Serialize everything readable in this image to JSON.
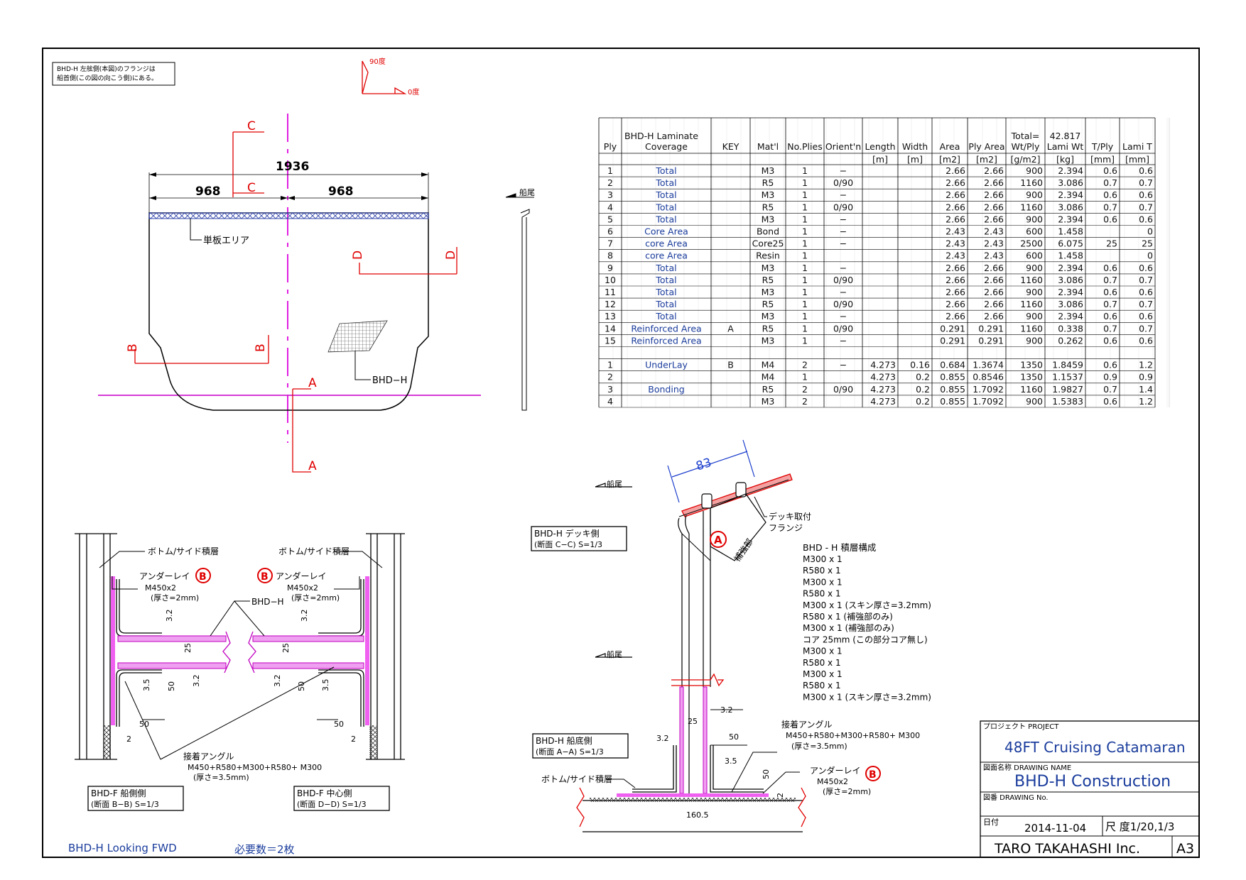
{
  "notes": {
    "flange_note_line1": "BHD-H 左舷側(本図)のフランジは",
    "flange_note_line2": "船首側(この図の向こう側)にある。",
    "angle_90": "90度",
    "angle_0": "0度"
  },
  "front_view": {
    "overall_width": "1936",
    "half_left": "968",
    "half_right": "968",
    "single_area": "単板エリア",
    "panel_label": "BHD−H",
    "looking": "BHD-H  Looking FWD",
    "required": "必要数＝2枚",
    "section_c": "C",
    "section_d": "D",
    "section_b": "B",
    "section_a": "A",
    "stern_left": "船尾",
    "stern_mid": "船尾",
    "stern_mid2": "船尾"
  },
  "table": {
    "headers": [
      "Ply",
      "BHD-H Laminate\nCoverage",
      "KEY",
      "Mat'l",
      "No.Plies",
      "Orient'n",
      "Length",
      "Width",
      "Area",
      "Ply Area",
      "Total=\nWt/Ply",
      "42.817\nLami Wt",
      "T/Ply",
      "Lami T"
    ],
    "units": [
      "",
      "",
      "",
      "",
      "",
      "",
      "[m]",
      "[m]",
      "[m2]",
      "[m2]",
      "[g/m2]",
      "[kg]",
      "[mm]",
      "[mm]"
    ],
    "rows": [
      [
        "1",
        "Total",
        "",
        "M3",
        "1",
        "−",
        "",
        "",
        "2.66",
        "2.66",
        "900",
        "2.394",
        "0.6",
        "0.6"
      ],
      [
        "2",
        "Total",
        "",
        "R5",
        "1",
        "0/90",
        "",
        "",
        "2.66",
        "2.66",
        "1160",
        "3.086",
        "0.7",
        "0.7"
      ],
      [
        "3",
        "Total",
        "",
        "M3",
        "1",
        "−",
        "",
        "",
        "2.66",
        "2.66",
        "900",
        "2.394",
        "0.6",
        "0.6"
      ],
      [
        "4",
        "Total",
        "",
        "R5",
        "1",
        "0/90",
        "",
        "",
        "2.66",
        "2.66",
        "1160",
        "3.086",
        "0.7",
        "0.7"
      ],
      [
        "5",
        "Total",
        "",
        "M3",
        "1",
        "−",
        "",
        "",
        "2.66",
        "2.66",
        "900",
        "2.394",
        "0.6",
        "0.6"
      ],
      [
        "6",
        "Core Area",
        "",
        "Bond",
        "1",
        "−",
        "",
        "",
        "2.43",
        "2.43",
        "600",
        "1.458",
        "",
        "0"
      ],
      [
        "7",
        "core Area",
        "",
        "Core25",
        "1",
        "−",
        "",
        "",
        "2.43",
        "2.43",
        "2500",
        "6.075",
        "25",
        "25"
      ],
      [
        "8",
        "core Area",
        "",
        "Resin",
        "1",
        "",
        "",
        "",
        "2.43",
        "2.43",
        "600",
        "1.458",
        "",
        "0"
      ],
      [
        "9",
        "Total",
        "",
        "M3",
        "1",
        "−",
        "",
        "",
        "2.66",
        "2.66",
        "900",
        "2.394",
        "0.6",
        "0.6"
      ],
      [
        "10",
        "Total",
        "",
        "R5",
        "1",
        "0/90",
        "",
        "",
        "2.66",
        "2.66",
        "1160",
        "3.086",
        "0.7",
        "0.7"
      ],
      [
        "11",
        "Total",
        "",
        "M3",
        "1",
        "−",
        "",
        "",
        "2.66",
        "2.66",
        "900",
        "2.394",
        "0.6",
        "0.6"
      ],
      [
        "12",
        "Total",
        "",
        "R5",
        "1",
        "0/90",
        "",
        "",
        "2.66",
        "2.66",
        "1160",
        "3.086",
        "0.7",
        "0.7"
      ],
      [
        "13",
        "Total",
        "",
        "M3",
        "1",
        "−",
        "",
        "",
        "2.66",
        "2.66",
        "900",
        "2.394",
        "0.6",
        "0.6"
      ],
      [
        "14",
        "Reinforced Area",
        "A",
        "R5",
        "1",
        "0/90",
        "",
        "",
        "0.291",
        "0.291",
        "1160",
        "0.338",
        "0.7",
        "0.7"
      ],
      [
        "15",
        "Reinforced Area",
        "",
        "M3",
        "1",
        "−",
        "",
        "",
        "0.291",
        "0.291",
        "900",
        "0.262",
        "0.6",
        "0.6"
      ],
      [
        "",
        "",
        "",
        "",
        "",
        "",
        "",
        "",
        "",
        "",
        "",
        "",
        "",
        ""
      ],
      [
        "1",
        "UnderLay",
        "B",
        "M4",
        "2",
        "−",
        "4.273",
        "0.16",
        "0.684",
        "1.3674",
        "1350",
        "1.8459",
        "0.6",
        "1.2"
      ],
      [
        "2",
        "",
        "",
        "M4",
        "1",
        "",
        "4.273",
        "0.2",
        "0.855",
        "0.8546",
        "1350",
        "1.1537",
        "0.9",
        "0.9"
      ],
      [
        "3",
        "Bonding",
        "",
        "R5",
        "2",
        "0/90",
        "4.273",
        "0.2",
        "0.855",
        "1.7092",
        "1160",
        "1.9827",
        "0.7",
        "1.4"
      ],
      [
        "4",
        "",
        "",
        "M3",
        "2",
        "",
        "4.273",
        "0.2",
        "0.855",
        "1.7092",
        "900",
        "1.5383",
        "0.6",
        "1.2"
      ]
    ]
  },
  "section_bd": {
    "bottom_side_left": "ボトム/サイド積層",
    "bottom_side_right": "ボトム/サイド積層",
    "underlay_left": "アンダーレイ",
    "underlay_right": "アンダーレイ",
    "underlay_spec": "M450x2",
    "underlay_thk": "(厚さ=2mm)",
    "bhd_h": "BHD−H",
    "angle_label": "接着アングル",
    "angle_spec": "M450+R580+M300+R580+ M300",
    "angle_thk": "(厚さ=3.5mm)",
    "box_b_title": "BHD-F 船側側",
    "box_b_sub": "(断面  B−B)     S=1/3",
    "box_d_title": "BHD-F 中心側",
    "box_d_sub": "(断面  D−D)     S=1/3",
    "dims": [
      "3.2",
      "25",
      "3.2",
      "3.5",
      "50",
      "50",
      "2",
      "3.2",
      "25",
      "3.2",
      "50",
      "3.5",
      "50",
      "2"
    ],
    "marker": "B"
  },
  "section_ca": {
    "dim_83": "83",
    "deck_flange_1": "デッキ取付",
    "deck_flange_2": "フランジ",
    "reinforce": "補強部",
    "marker_a": "A",
    "marker_b": "B",
    "box_c_title": "BHD-H デッキ側",
    "box_c_sub": "(断面  C−C)     S=1/3",
    "box_a_title": "BHD-H 船底側",
    "box_a_sub": "(断面  A−A)     S=1/3",
    "bottom_side": "ボトム/サイド積層",
    "angle_label": "接着アングル",
    "angle_spec": "M450+R580+M300+R580+ M300",
    "angle_thk": "(厚さ=3.5mm)",
    "underlay": "アンダーレイ",
    "underlay_spec": "M450x2",
    "underlay_thk": "(厚さ=2mm)",
    "dims": [
      "3.2",
      "25",
      "3.2",
      "50",
      "3.5",
      "50",
      "2",
      "160.5"
    ]
  },
  "layup": {
    "title": "BHD - H 積層構成",
    "lines": [
      "M300  x  1",
      "R580  x  1",
      "M300  x  1",
      "R580  x  1",
      "M300  x   1  (スキン厚さ=3.2mm)",
      "R580  x  1 (補強部のみ)",
      "M300  x   1 (補強部のみ)",
      "コア     25mm  (この部分コア無し)",
      "M300  x  1",
      "R580  x  1",
      "M300  x  1",
      "R580  x  1",
      "M300  x   1 (スキン厚さ=3.2mm)"
    ]
  },
  "title_block": {
    "project_label": "プロジェクト  PROJECT",
    "project": "48FT Cruising Catamaran",
    "drawing_label": "図面名称  DRAWING  NAME",
    "drawing_name": "BHD-H  Construction",
    "drawing_no_label": "図番  DRAWING No.",
    "date_label": "日付",
    "date": "2014-11-04",
    "scale": "尺 度1/20,1/3",
    "company": "TARO TAKAHASHI Inc.",
    "size": "A3"
  }
}
